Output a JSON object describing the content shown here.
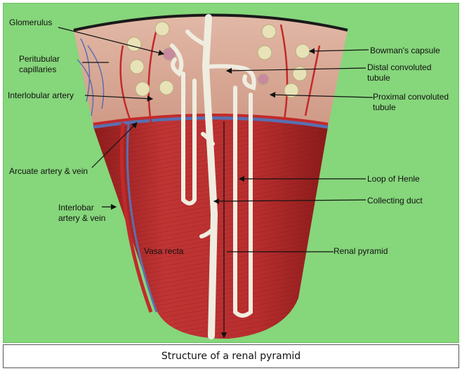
{
  "labels": {
    "glomerulus": "Glomerulus",
    "peritubular": "Peritubular capillaries",
    "interlobular": "Interlobular artery",
    "arcuate": "Arcuate artery & vein",
    "interlobar": "Interlobar artery & vein",
    "vasa_recta": "Vasa recta",
    "bowmans": "Bowman's capsule",
    "distal": "Distal convoluted tubule",
    "proximal": "Proximal convoluted tubule",
    "henle": "Loop of Henle",
    "collecting": "Collecting duct",
    "pyramid": "Renal pyramid"
  },
  "caption": "Structure of a renal pyramid",
  "colors": {
    "background": "#86d67b",
    "medulla": "#b42a2a",
    "cortex": "#d8a690",
    "tubule": "#efede0",
    "vein": "#5a6fb0"
  }
}
